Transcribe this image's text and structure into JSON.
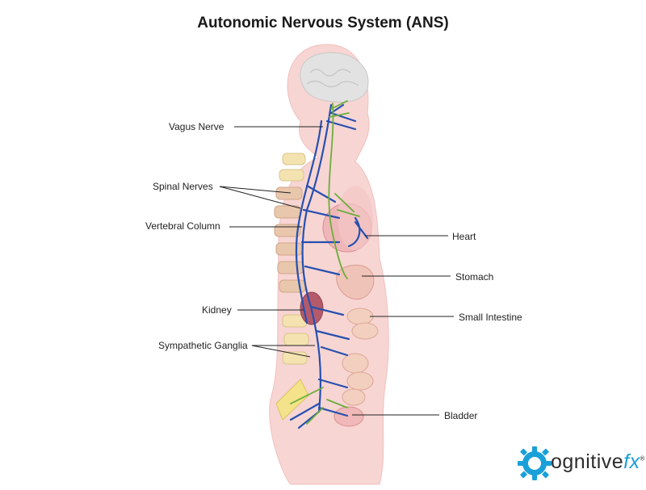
{
  "title": "Autonomic Nervous System (ANS)",
  "labels": {
    "vagus": "Vagus Nerve",
    "spinal": "Spinal Nerves",
    "vertebral": "Vertebral Column",
    "kidney": "Kidney",
    "ganglia": "Sympathetic Ganglia",
    "heart": "Heart",
    "stomach": "Stomach",
    "intestine": "Small Intestine",
    "bladder": "Bladder"
  },
  "logo": {
    "main": "ognitive",
    "suffix": "fx",
    "reg": "®"
  },
  "colors": {
    "nerve_blue": "#2650b0",
    "nerve_green": "#6cae3c",
    "logo_accent": "#1aa0d8"
  }
}
